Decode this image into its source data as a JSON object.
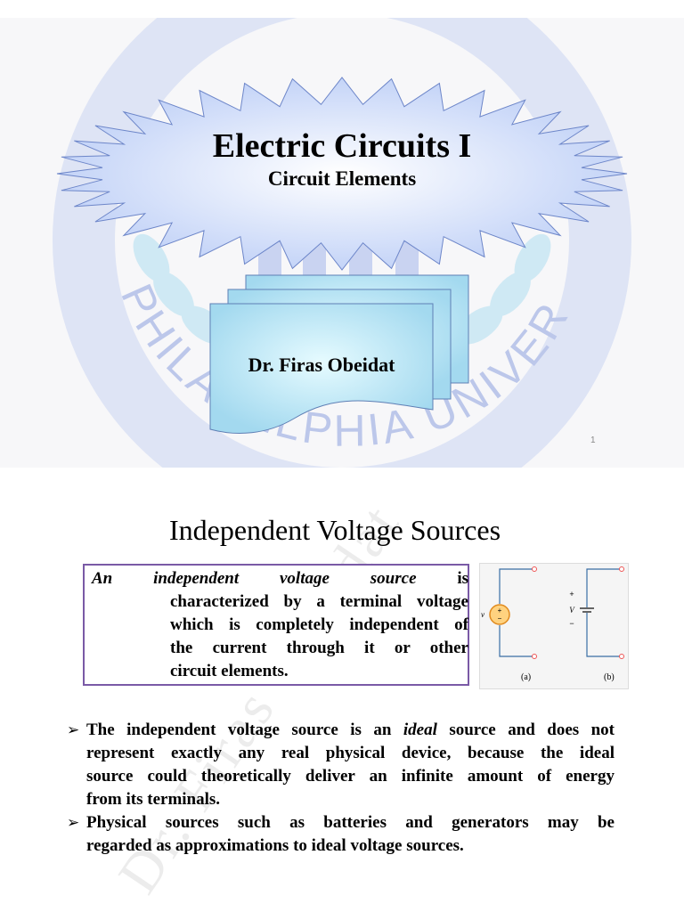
{
  "slide1": {
    "title": "Electric Circuits I",
    "subtitle": "Circuit Elements",
    "author": "Dr. Firas Obeidat",
    "page_number": "1",
    "watermark_text": "PHILADELPHIA UNIVERSITY",
    "colors": {
      "burst_fill": "#c8d6f7",
      "card_fill": "#a9dff1",
      "watermark": "#bcc7ea"
    }
  },
  "slide2": {
    "title": "Independent Voltage Sources",
    "watermark_text": "Dr. Firas Obeidat",
    "definition": {
      "lead_words": [
        "An",
        "independent",
        "voltage",
        "source",
        "is"
      ],
      "lines": [
        "characterized by a terminal voltage",
        "which is completely independent of",
        "the current through it or other",
        "circuit elements."
      ]
    },
    "figure": {
      "label_a": "(a)",
      "label_b": "(b)",
      "source_symbol_a": "v",
      "source_symbol_b": "V",
      "plus_sign": "+",
      "minus_sign": "−"
    },
    "bullets": [
      {
        "line1_before": "The independent voltage source is an",
        "line1_italic": "ideal",
        "line1_after": "source and does not",
        "lines": [
          "represent exactly any real physical device, because the ideal",
          "source could theoretically deliver an infinite amount of energy",
          "from its terminals."
        ]
      },
      {
        "lines": [
          "Physical sources such as batteries and generators may be",
          "regarded as approximations to ideal voltage sources."
        ]
      }
    ],
    "bullet_marker": "➢"
  }
}
